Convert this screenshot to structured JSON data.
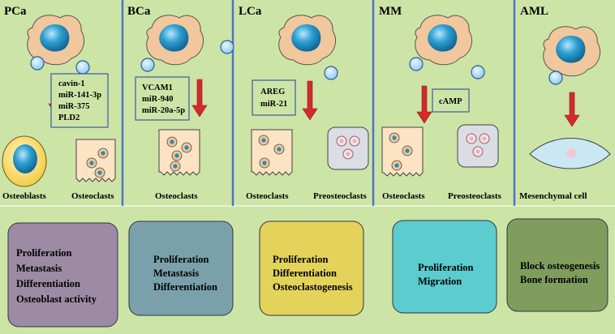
{
  "panels": [
    {
      "title": "PCa",
      "molecules": [
        "cavin-1",
        "miR-141-3p",
        "miR-375",
        "PLD2"
      ],
      "cells": [
        "Osteoblasts",
        "Osteoclasts"
      ],
      "effects": [
        "Proliferation",
        "Metastasis",
        "Differentiation",
        "Osteoblast activity"
      ],
      "effect_color": "#9d8aa5"
    },
    {
      "title": "BCa",
      "molecules": [
        "VCAM1",
        "miR-940",
        "miR-20a-5p"
      ],
      "cells": [
        "Osteoclasts"
      ],
      "effects": [
        "Proliferation",
        "Metastasis",
        "Differentiation"
      ],
      "effect_color": "#7aa1ab"
    },
    {
      "title": "LCa",
      "molecules": [
        "AREG",
        "miR-21"
      ],
      "cells": [
        "Osteoclasts",
        "Preosteoclasts"
      ],
      "effects": [
        "Proliferation",
        "Differentiation",
        "Osteoclastogenesis"
      ],
      "effect_color": "#e3d35a"
    },
    {
      "title": "MM",
      "molecules": [
        "cAMP"
      ],
      "cells": [
        "Osteoclasts",
        "Preosteoclasts"
      ],
      "effects": [
        "Proliferation",
        "Migration"
      ],
      "effect_color": "#5ccdcf"
    },
    {
      "title": "AML",
      "molecules": [],
      "cells": [
        "Mesenchymal cell"
      ],
      "effects": [
        "Block osteogenesis",
        "Bone formation"
      ],
      "effect_color": "#7f9e5e"
    }
  ],
  "colors": {
    "panel_bg": "#cde4a7",
    "divider": "#4f74c4",
    "arrow": "#d42a2a",
    "box_border": "#3a5b9a",
    "tumor_cell": "#f1c79d",
    "nucleus": "#1d8fc2",
    "vesicle": "#a9d8f5",
    "osteoclast": "#fce3c3",
    "preosteoclast": "#dadde4",
    "mesenchymal": "#c9e8f4"
  }
}
